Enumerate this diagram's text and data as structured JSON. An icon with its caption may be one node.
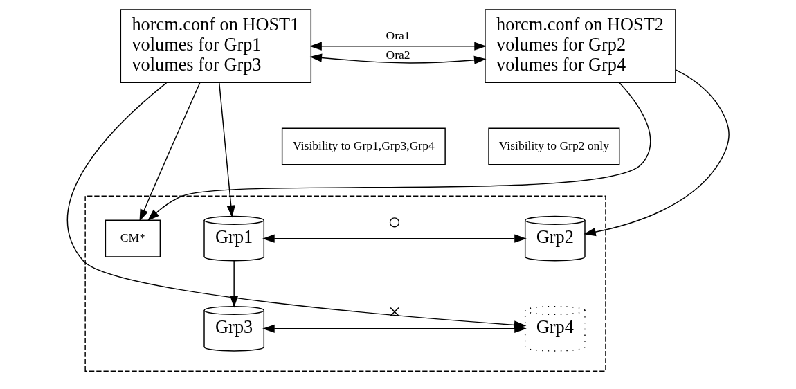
{
  "diagram": {
    "nodes": [
      {
        "text": [
          "horcm.conf on HOST1",
          "volumes for Grp1",
          "volumes for Grp3"
        ]
      },
      {
        "text": [
          "horcm.conf on HOST2",
          "volumes for Grp2",
          "volumes for Grp4"
        ]
      },
      {
        "text": [
          "Visibility to Grp1,Grp3,Grp4"
        ]
      },
      {
        "text": [
          "Visibility to Grp2 only"
        ]
      },
      {
        "text": [],
        "shape": "box"
      },
      {
        "text": [
          "CM*"
        ],
        "in": 4
      },
      {
        "text": [
          "Grp1"
        ],
        "in": 4
      },
      {
        "text": [
          "Grp2"
        ],
        "in": 4
      },
      {
        "text": [
          "Grp3"
        ],
        "in": 4
      },
      {
        "text": [
          "Grp4"
        ],
        "in": 4
      }
    ],
    "edges": [
      {
        "from": 0,
        "to": 1,
        "arrow": "both",
        "label": "Ora1"
      },
      {
        "from": 0,
        "to": 1,
        "arrow": "both",
        "label": "Ora2"
      },
      {
        "from": 0,
        "to": 6,
        "arrow": "to"
      },
      {
        "from": 0,
        "to": 5,
        "arrow": "to"
      },
      {
        "from": 0,
        "to": 9,
        "arrow": "to"
      },
      {
        "from": 1,
        "to": 5,
        "arrow": "to"
      },
      {
        "from": 1,
        "to": 7,
        "arrow": "to"
      },
      {
        "from": 6,
        "to": 8,
        "arrow": "to"
      },
      {
        "from": 6,
        "to": 7,
        "arrow": "both",
        "label": "○"
      },
      {
        "from": 8,
        "to": 9,
        "arrow": "both",
        "label": "×"
      }
    ]
  }
}
